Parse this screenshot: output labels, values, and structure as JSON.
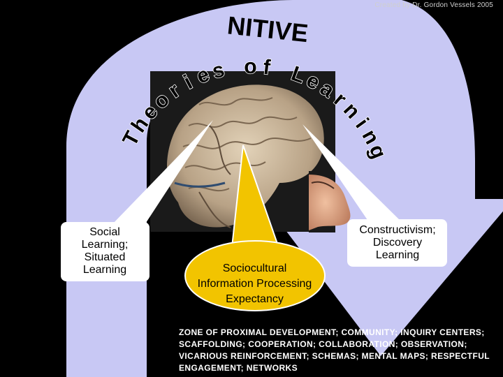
{
  "credit": "Created by Dr. Gordon Vessels 2005",
  "title": {
    "arc_word": "NITIVE",
    "theories_letters": [
      "T",
      "h",
      "e",
      "o",
      "r",
      "i",
      "e",
      "s",
      " ",
      "o",
      "f",
      " ",
      "L",
      "e",
      "a",
      "r",
      "n",
      "i",
      "n",
      "g"
    ]
  },
  "callouts": {
    "social": [
      "Social",
      "Learning;",
      "Situated",
      "Learning"
    ],
    "sociocultural": [
      "Sociocultural",
      "Information Processing",
      "Expectancy"
    ],
    "constructivism": [
      "Constructivism;",
      "Discovery",
      "Learning"
    ]
  },
  "zone_text": "ZONE OF PROXIMAL DEVELOPMENT; COMMUNITY; INQUIRY CENTERS; SCAFFOLDING; COOPERATION; COLLABORATION; OBSERVATION; VICARIOUS REINFORCEMENT; SCHEMAS; MENTAL MAPS; RESPECTFUL ENGAGEMENT; NETWORKS",
  "colors": {
    "arrow": "#c8c8f4",
    "background": "#000000",
    "callout_fill": "#ffffff",
    "center_callout": "#f2c400",
    "brain": "#c9b79e",
    "face": "#e0a987"
  },
  "icons": [
    "brain-image",
    "face-image",
    "curved-arrow"
  ]
}
